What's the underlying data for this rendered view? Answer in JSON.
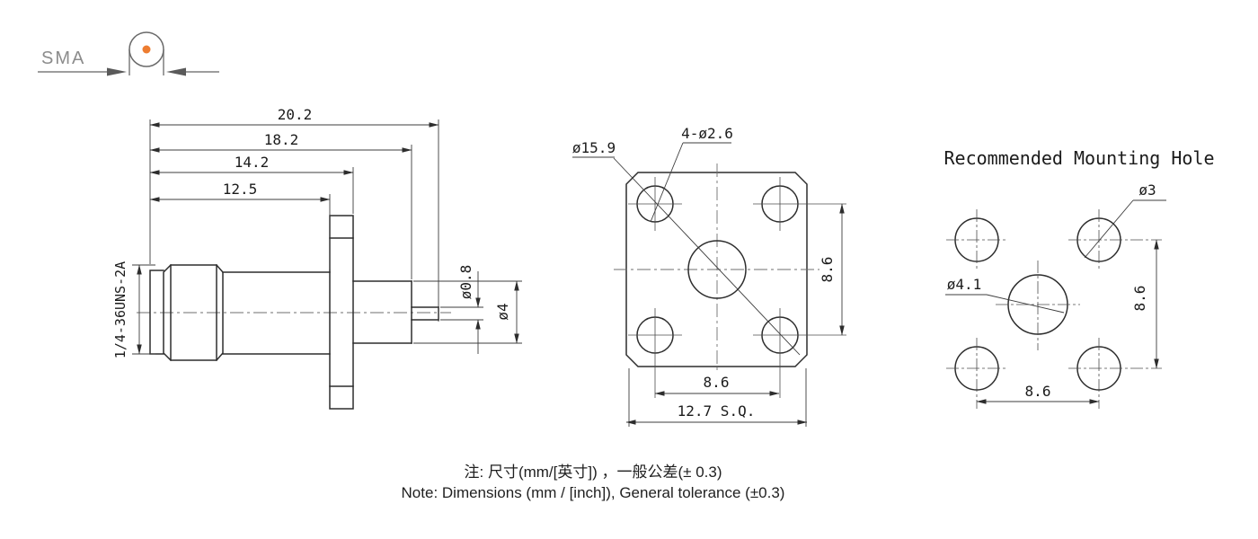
{
  "sma_symbol": {
    "label": "SMA",
    "dot_color": "#ED7D31"
  },
  "side_view": {
    "length_dims": [
      "20.2",
      "18.2",
      "14.2",
      "12.5"
    ],
    "thread_spec": "1/4-36UNS-2A",
    "pin_diameter": "ø0.8",
    "body_diameter": "ø4"
  },
  "flange_view": {
    "diagonal_diameter": "ø15.9",
    "corner_holes": "4-ø2.6",
    "hole_spacing_vertical": "8.6",
    "hole_spacing_horizontal": "8.6",
    "flange_size": "12.7 S.Q."
  },
  "mounting_view": {
    "title": "Recommended Mounting Hole",
    "corner_hole_diameter": "ø3",
    "center_hole_diameter": "ø4.1",
    "hole_spacing_vertical": "8.6",
    "hole_spacing_horizontal": "8.6"
  },
  "note": {
    "line_zh": "注: 尺寸(mm/[英寸]) ，一般公差(± 0.3)",
    "line_en": "Note: Dimensions (mm / [inch]), General tolerance (±0.3)"
  },
  "colors": {
    "line": "#2d2d2d",
    "sma_gray": "#8c8c8c",
    "accent_orange": "#ED7D31"
  }
}
